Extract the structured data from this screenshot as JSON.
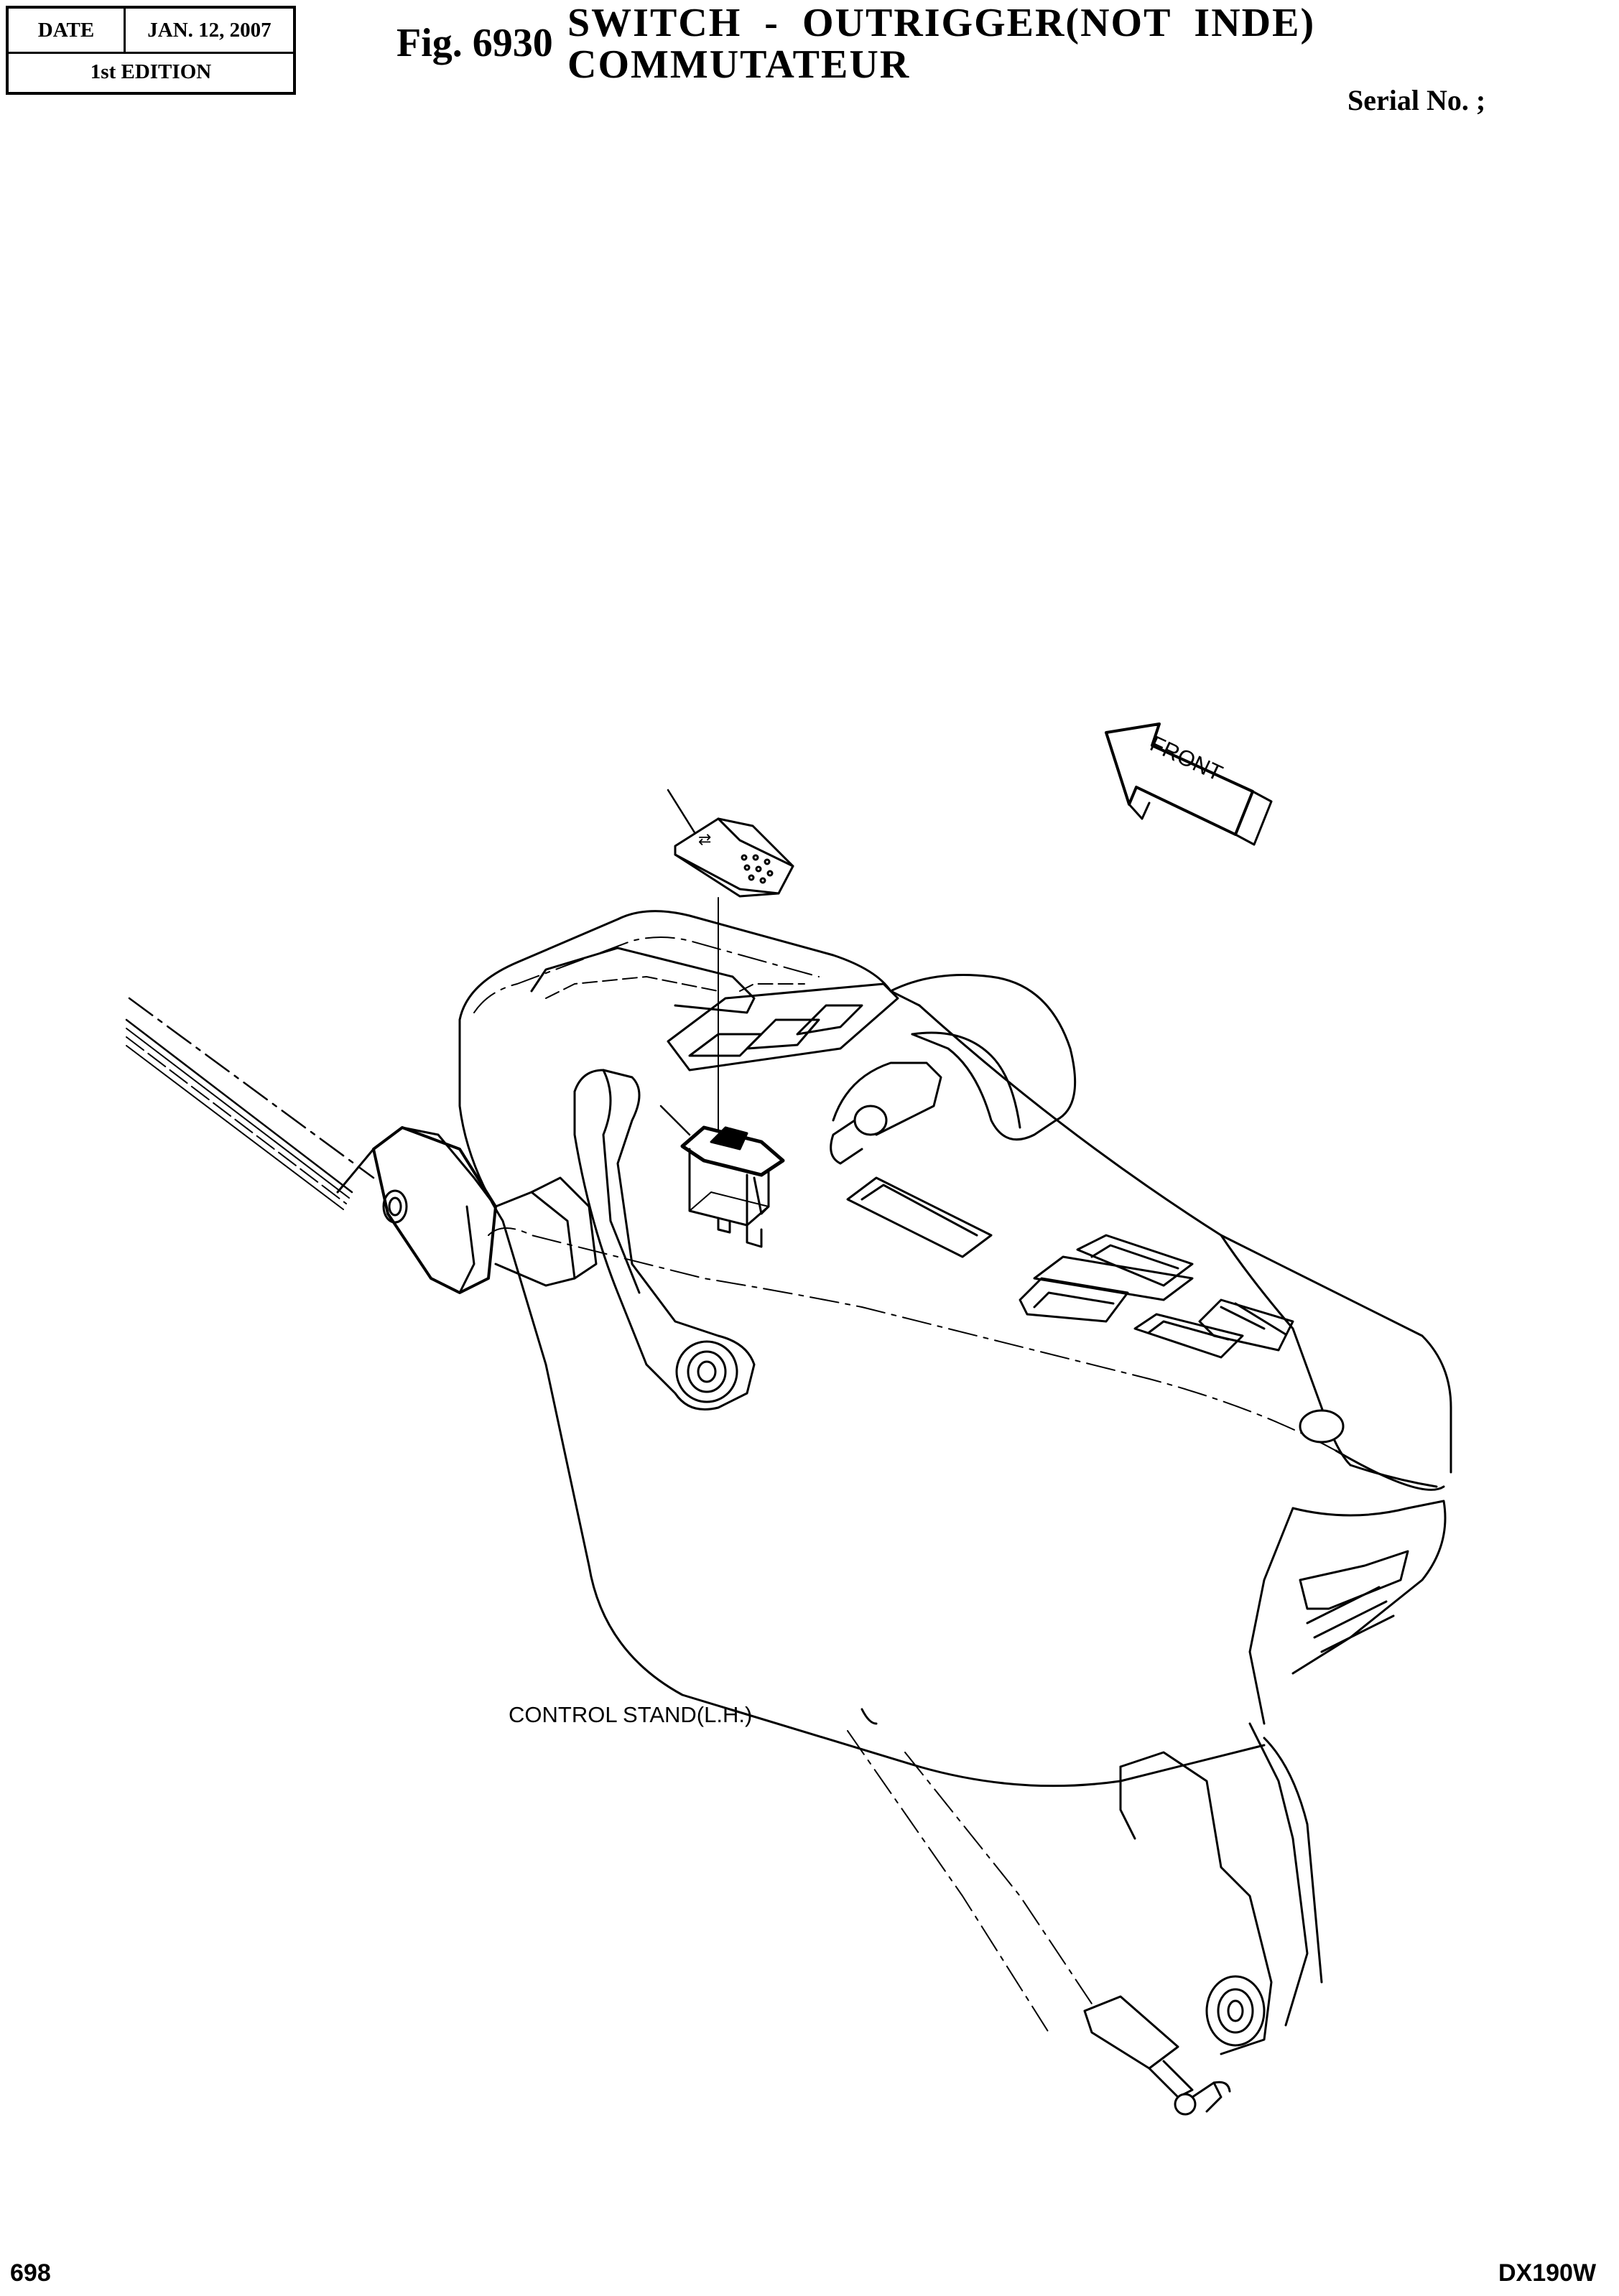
{
  "header": {
    "date_label": "DATE",
    "date_value": "JAN. 12, 2007",
    "edition": "1st EDITION",
    "fig_number": "Fig. 6930",
    "title_line1": "SWITCH  -  OUTRIGGER(NOT  INDE)",
    "title_line2": "COMMUTATEUR",
    "serial": "Serial No. ;"
  },
  "drawing": {
    "front_label": "FRONT",
    "stand_label": "CONTROL STAND(L.H.)",
    "switch_symbol": "⇄"
  },
  "footer": {
    "page": "698",
    "model": "DX190W"
  }
}
